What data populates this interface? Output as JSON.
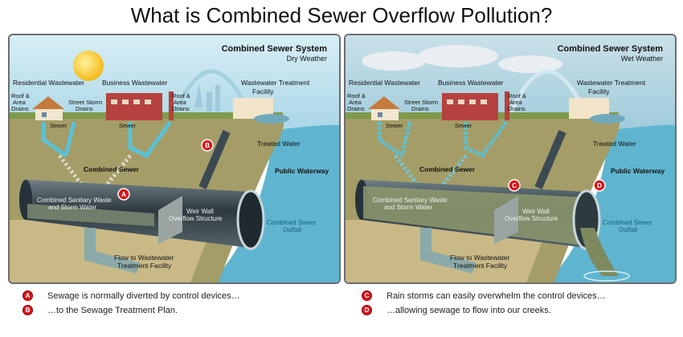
{
  "title": "What is Combined Sewer Overflow Pollution?",
  "panels": [
    {
      "heading": "Combined Sewer System",
      "condition": "Dry Weather",
      "labels": {
        "residential": "Residential Wastewater",
        "business": "Business Wastewater",
        "treatment_1": "Wastewater Treatment",
        "treatment_2": "Facility",
        "roof_left_1": "Roof &",
        "roof_left_2": "Area",
        "roof_left_3": "Drains",
        "street_1": "Street Storm",
        "street_2": "Drains",
        "roof_right_1": "Roof &",
        "roof_right_2": "Area",
        "roof_right_3": "Drains",
        "sewer_1": "Sewer",
        "sewer_2": "Sewer",
        "treated_water": "Treated Water",
        "combined_sewer": "Combined Sewer",
        "public_waterway": "Public Waterway",
        "sanitary_1": "Combined Sanitary Waste",
        "sanitary_2": "and Storm Water",
        "weir_1": "Weir Wall",
        "weir_2": "Overflow Structure",
        "outfall_1": "Combined Sewer",
        "outfall_2": "Outfall",
        "flow_1": "Flow to Wastewater",
        "flow_2": "Treatment Facility",
        "marker_1": "A",
        "marker_2": "B"
      }
    },
    {
      "heading": "Combined Sewer System",
      "condition": "Wet Weather",
      "labels": {
        "residential": "Residential Wastewater",
        "business": "Business Wastewater",
        "treatment_1": "Wastewater Treatment",
        "treatment_2": "Facility",
        "roof_left_1": "Roof &",
        "roof_left_2": "Area",
        "roof_left_3": "Drains",
        "street_1": "Street Storm",
        "street_2": "Drains",
        "roof_right_1": "Roof &",
        "roof_right_2": "Area",
        "roof_right_3": "Drains",
        "sewer_1": "Sewer",
        "sewer_2": "Sewer",
        "treated_water": "Treated Water",
        "combined_sewer": "Combined Sewer",
        "public_waterway": "Public Waterway",
        "sanitary_1": "Combined Sanitary Waste",
        "sanitary_2": "and Storm Water",
        "weir_1": "Weir Wall",
        "weir_2": "Overflow Structure",
        "outfall_1": "Combined Sewer",
        "outfall_2": "Outfall",
        "flow_1": "Flow to Wastewater",
        "flow_2": "Treatment Facility",
        "marker_1": "C",
        "marker_2": "D"
      }
    }
  ],
  "legend": [
    {
      "marker": "A",
      "text": "Sewage is normally diverted by control devices…"
    },
    {
      "marker": "B",
      "text": "…to the Sewage Treatment Plan."
    },
    {
      "marker": "C",
      "text": "Rain storms can easily overwhelm the control devices…"
    },
    {
      "marker": "D",
      "text": "…allowing sewage to flow into our creeks."
    }
  ],
  "colors": {
    "sky": "#bfe3ee",
    "ground": "#a49d68",
    "water": "#5fb5cf",
    "pipe": "#3c4a52",
    "flow_pipe": "#8aa9a8",
    "marker": "#d7161b"
  }
}
